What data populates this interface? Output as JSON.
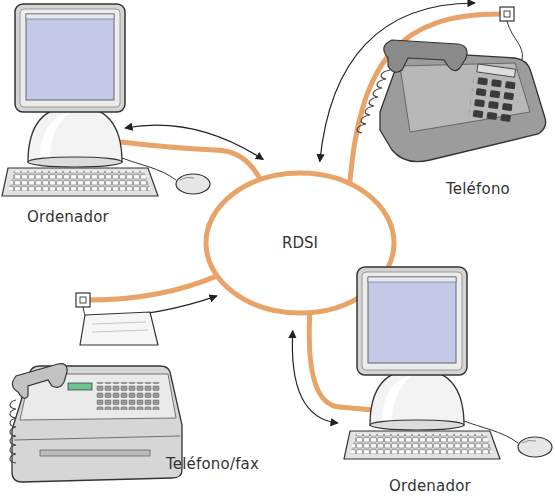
{
  "diagram": {
    "nodes": [
      {
        "text": [
          "Ordenador"
        ]
      },
      {
        "text": [
          "Teléfono"
        ]
      },
      {
        "text": [
          "RDSI"
        ]
      },
      {
        "text": [
          "Teléfono/fax"
        ]
      },
      {
        "text": [
          "Ordenador"
        ]
      }
    ],
    "edges": [
      {
        "from": 0,
        "to": 2,
        "arrow": "both"
      },
      {
        "from": 1,
        "to": 2,
        "arrow": "both"
      },
      {
        "from": 3,
        "to": 2,
        "arrow": "both"
      },
      {
        "from": 4,
        "to": 2,
        "arrow": "both"
      }
    ]
  }
}
